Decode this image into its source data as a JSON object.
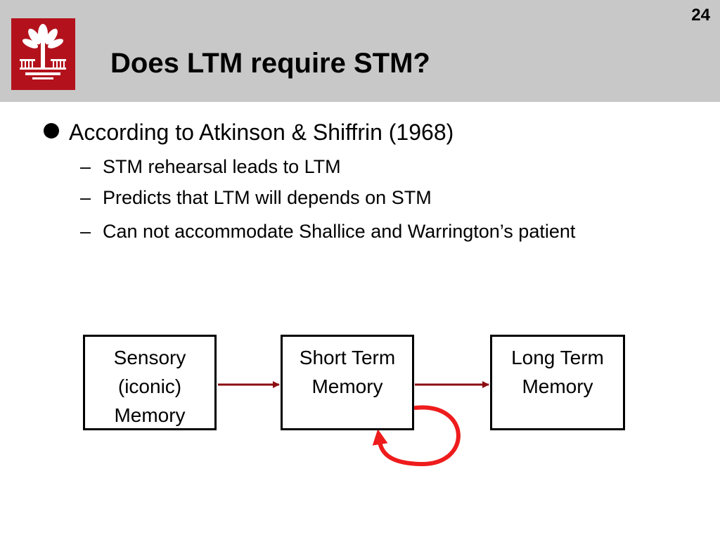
{
  "slide": {
    "page_number": "24",
    "title": "Does LTM require STM?",
    "logo_icon": "palmetto-seal-icon",
    "colors": {
      "header_bg": "#c8c8c8",
      "logo_red": "#b3121d",
      "arrow_dark_red": "#8b0d12",
      "loop_red": "#ee1c1c"
    }
  },
  "bullets": {
    "main": "According to Atkinson & Shiffrin (1968)",
    "dash": "–",
    "subs": [
      "STM rehearsal leads to LTM",
      "Predicts that LTM will depends on STM",
      "Can not accommodate Shallice and Warrington’s patient"
    ]
  },
  "diagram": {
    "boxes": [
      {
        "lines": [
          "Sensory",
          "(iconic)",
          "Memory"
        ]
      },
      {
        "lines": [
          "Short Term",
          "Memory"
        ]
      },
      {
        "lines": [
          "Long Term",
          "Memory"
        ]
      }
    ]
  }
}
